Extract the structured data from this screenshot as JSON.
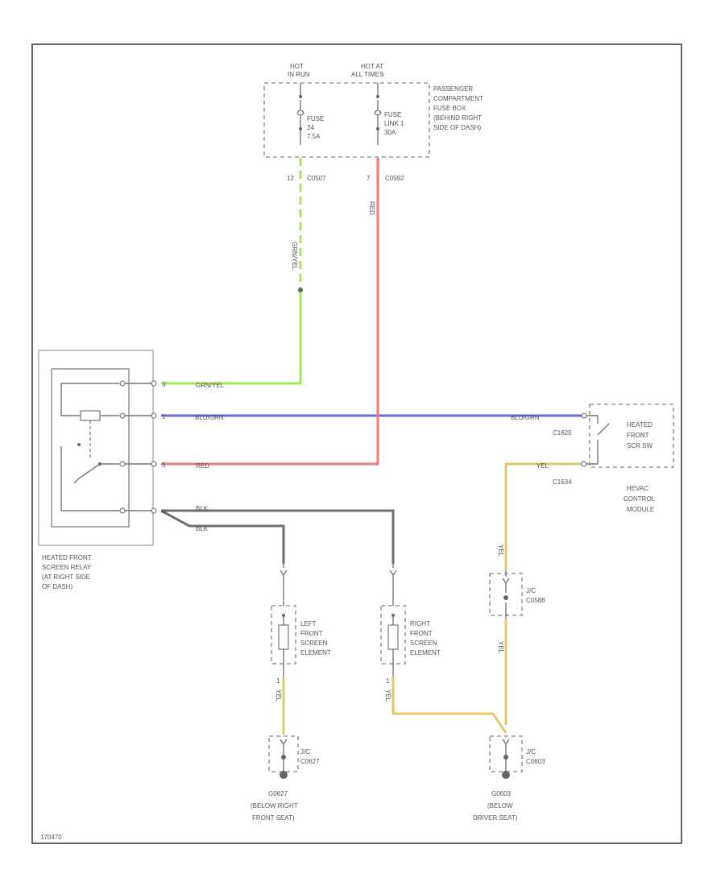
{
  "diagram": {
    "page_id": "170470",
    "hot_in_run": [
      "HOT",
      "IN RUN"
    ],
    "hot_at_all_times": [
      "HOT AT",
      "ALL TIMES"
    ],
    "fuse_24": [
      "FUSE",
      "24",
      "7.5A"
    ],
    "fuse_link_1": [
      "FUSE",
      "LINK 1",
      "30A"
    ],
    "passenger_fuse_box": [
      "PASSENGER",
      "COMPARTMENT",
      "FUSE BOX",
      "(BEHIND RIGHT",
      "SIDE OF DASH)"
    ],
    "pin_12": "12",
    "conn_c0507": "C0507",
    "pin_7": "7",
    "conn_c0592": "C0592",
    "wire_grn_yel": "GRN/YEL",
    "wire_blu_grn": "BLU/GRN",
    "wire_red": "RED",
    "wire_blk": "BLK",
    "wire_yel": "YEL",
    "relay_pins": [
      "3",
      "1",
      "5",
      "4"
    ],
    "relay_name": [
      "HEATED FRONT",
      "SCREEN RELAY",
      "(AT RIGHT SIDE",
      "OF DASH)"
    ],
    "hvac_conn_top": "C1620",
    "hvac_conn_bottom": "C1634",
    "hvac_switch": [
      "HEATED",
      "FRONT",
      "SCR SW"
    ],
    "hvac_module": [
      "HEVAC",
      "CONTROL",
      "MODULE"
    ],
    "left_element": [
      "LEFT",
      "FRONT",
      "SCREEN",
      "ELEMENT"
    ],
    "right_element": [
      "RIGHT",
      "FRONT",
      "SCREEN",
      "ELEMENT"
    ],
    "element_pin": "1",
    "splice_left": [
      "J/C",
      "C0627"
    ],
    "splice_mid": [
      "J/C",
      "C0588"
    ],
    "splice_right": [
      "J/C",
      "C0603"
    ],
    "ground_left": [
      "G0627",
      "(BELOW RIGHT",
      "FRONT SEAT)"
    ],
    "ground_right": [
      "G0603",
      "(BELOW",
      "DRIVER SEAT)"
    ]
  }
}
